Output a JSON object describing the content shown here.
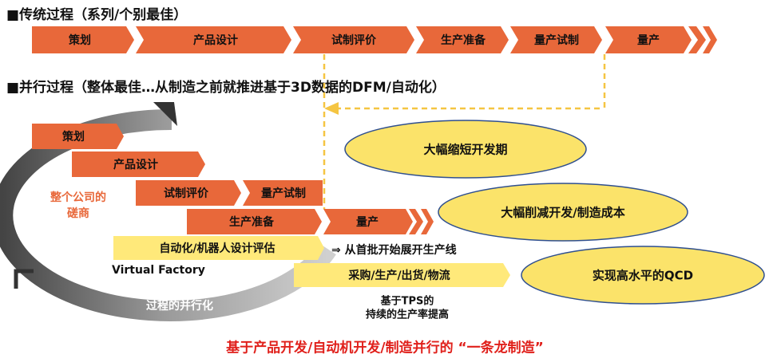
{
  "sections": {
    "traditional_title": "■传统过程（系列/个别最佳）",
    "parallel_title": "■并行过程（整体最佳…从制造之前就推进基于3D数据的DFM/自动化）"
  },
  "traditional_steps": [
    "策划",
    "产品设计",
    "试制评价",
    "生产准备",
    "量产试制",
    "量产"
  ],
  "parallel_steps": {
    "planning": "策划",
    "product_design": "产品设计",
    "trial_eval": "试制评价",
    "trial_production": "量产试制",
    "production_prep": "生产准备",
    "mass_production": "量产",
    "automation": "自动化/机器人设计评估",
    "procurement": "采购/生产/出货/物流"
  },
  "labels": {
    "company_consult": "整个公司的磋商",
    "virtual_factory": "Virtual Factory",
    "parallel_process": "过程的并行化",
    "first_batch": "⇒ 从首批开始展开生产线",
    "tps_line1": "基于TPS的",
    "tps_line2": "持续的生产率提高",
    "bottom_caption": "基于产品开发/自动机开发/制造并行的 “一条龙制造”"
  },
  "benefits": [
    "大幅缩短开发期",
    "大幅削减开发/制造成本",
    "实现高水平的QCD"
  ],
  "colors": {
    "orange": "#e8683a",
    "yellow": "#ffe97a",
    "dashed_yellow": "#f5c542",
    "ellipse_fill": "#fbe36a",
    "ellipse_stroke": "#2f4f8f",
    "cycle_gray": "#7a7a7a",
    "caption_red": "#e0201b",
    "consult_orange": "#e8683a"
  }
}
